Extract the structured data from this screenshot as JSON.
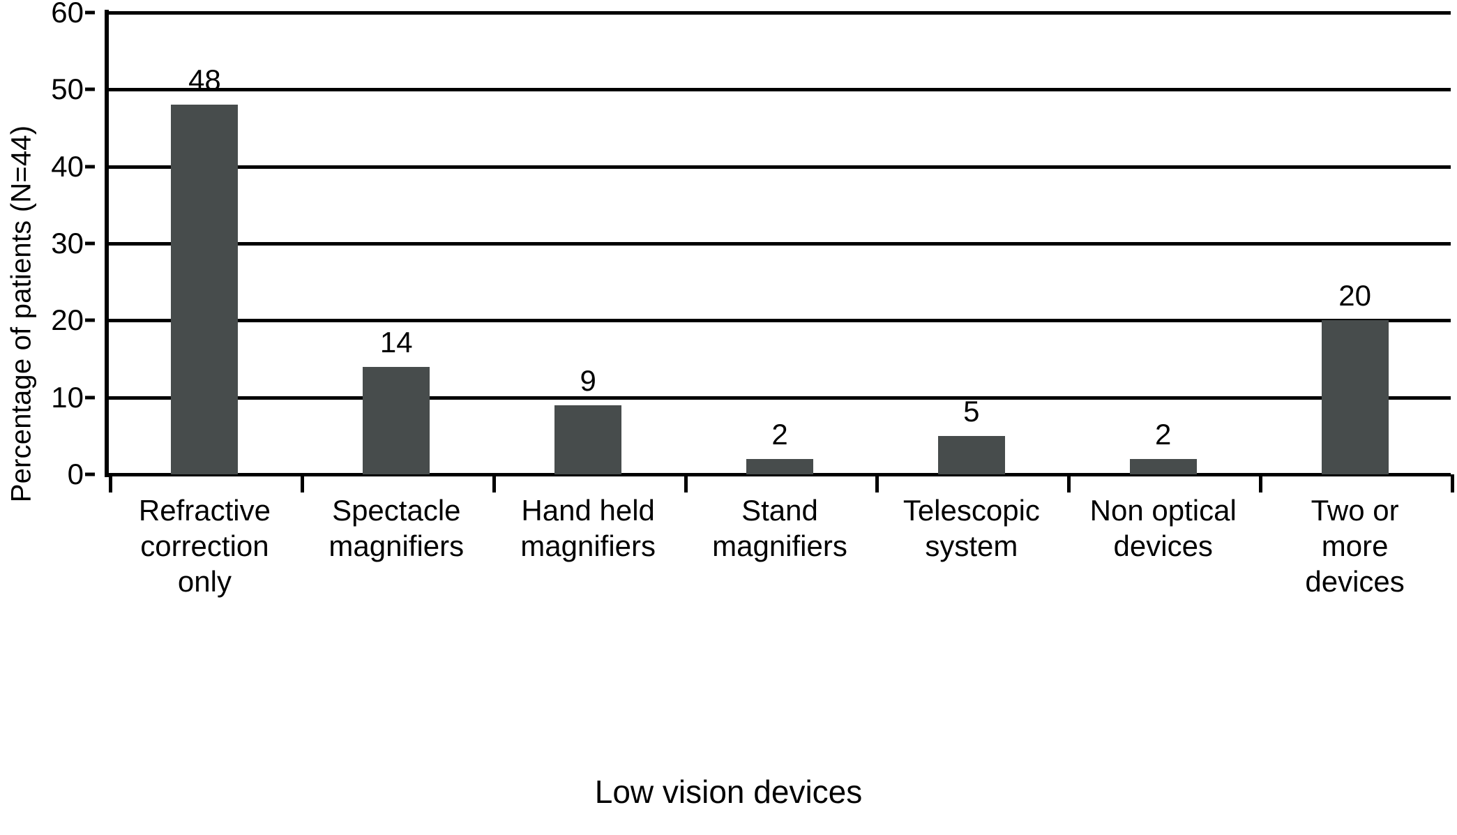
{
  "chart_data": {
    "type": "bar",
    "title": "",
    "xlabel": "Low vision devices",
    "ylabel": "Percentage of patients (N=44)",
    "categories": [
      "Refractive correction only",
      "Spectacle magnifiers",
      "Hand held magnifiers",
      "Stand magnifiers",
      "Telescopic system",
      "Non optical devices",
      "Two or more devices"
    ],
    "category_lines": [
      "Refractive\ncorrection\nonly",
      "Spectacle\nmagnifiers",
      "Hand held\nmagnifiers",
      "Stand\nmagnifiers",
      "Telescopic\nsystem",
      "Non optical\ndevices",
      "Two or\nmore\ndevices"
    ],
    "values": [
      48,
      14,
      9,
      2,
      5,
      2,
      20
    ],
    "value_labels": [
      "48",
      "14",
      "9",
      "2",
      "5",
      "2",
      "20"
    ],
    "ylim": [
      0,
      60
    ],
    "yticks": [
      60,
      50,
      40,
      30,
      20,
      10,
      0
    ],
    "ytick_labels": [
      "60",
      "50",
      "40",
      "30",
      "20",
      "10",
      "0"
    ],
    "grid": "horizontal",
    "legend": "none",
    "bar_color": "#474c4c",
    "axis_color": "#000000",
    "background_color": "#ffffff"
  }
}
